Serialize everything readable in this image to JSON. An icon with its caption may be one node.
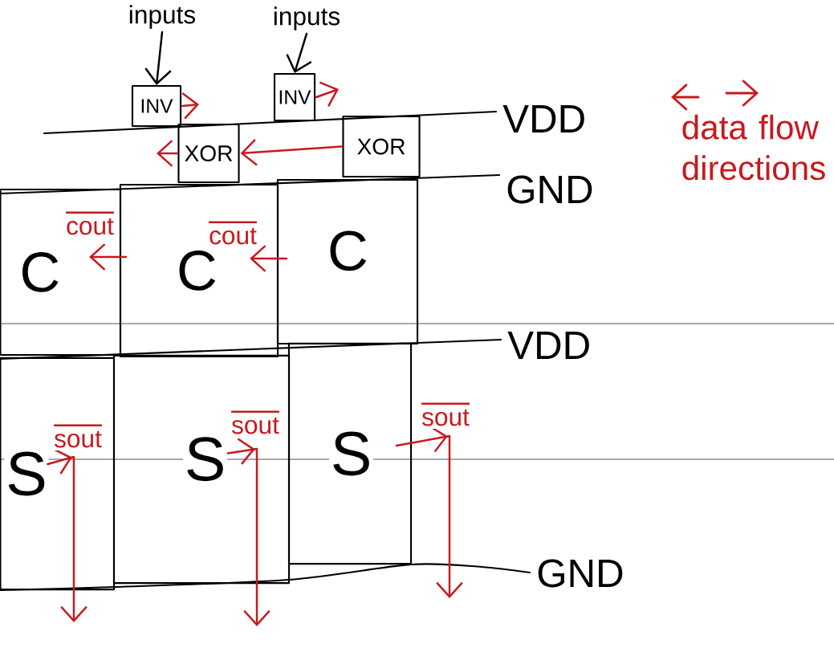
{
  "diagram": {
    "nodes": [
      {
        "text": [
          "inputs"
        ]
      },
      {
        "text": [
          "inputs"
        ]
      },
      {
        "text": [
          "INV"
        ]
      },
      {
        "text": [
          "INV"
        ]
      },
      {
        "text": [
          "XOR"
        ]
      },
      {
        "text": [
          "XOR"
        ]
      },
      {
        "text": [
          "C"
        ]
      },
      {
        "text": [
          "C"
        ]
      },
      {
        "text": [
          "C"
        ]
      },
      {
        "text": [
          "S"
        ]
      },
      {
        "text": [
          "S"
        ]
      },
      {
        "text": [
          "S"
        ]
      }
    ],
    "edges": [
      {
        "from": 0,
        "to": 2,
        "arrow": "to",
        "color": "#000000"
      },
      {
        "from": 1,
        "to": 3,
        "arrow": "to",
        "color": "#000000"
      },
      {
        "from": 2,
        "to": null,
        "arrow": "to"
      },
      {
        "from": 3,
        "to": null,
        "arrow": "to"
      },
      {
        "from": 4,
        "to": null,
        "arrow": "to"
      },
      {
        "from": 5,
        "to": 4,
        "arrow": "to"
      },
      {
        "from": 7,
        "to": 6,
        "arrow": "to",
        "label": "cout"
      },
      {
        "from": 8,
        "to": 7,
        "arrow": "to",
        "label": "cout"
      },
      {
        "from": 9,
        "to": null,
        "arrow": "to",
        "label": "sout"
      },
      {
        "from": 10,
        "to": null,
        "arrow": "to",
        "label": "sout"
      },
      {
        "from": 11,
        "to": null,
        "arrow": "to",
        "label": "sout"
      }
    ],
    "labels": [
      "VDD",
      "GND",
      "VDD",
      "GND"
    ],
    "legend": [
      {
        "text": "data flow directions"
      }
    ]
  }
}
